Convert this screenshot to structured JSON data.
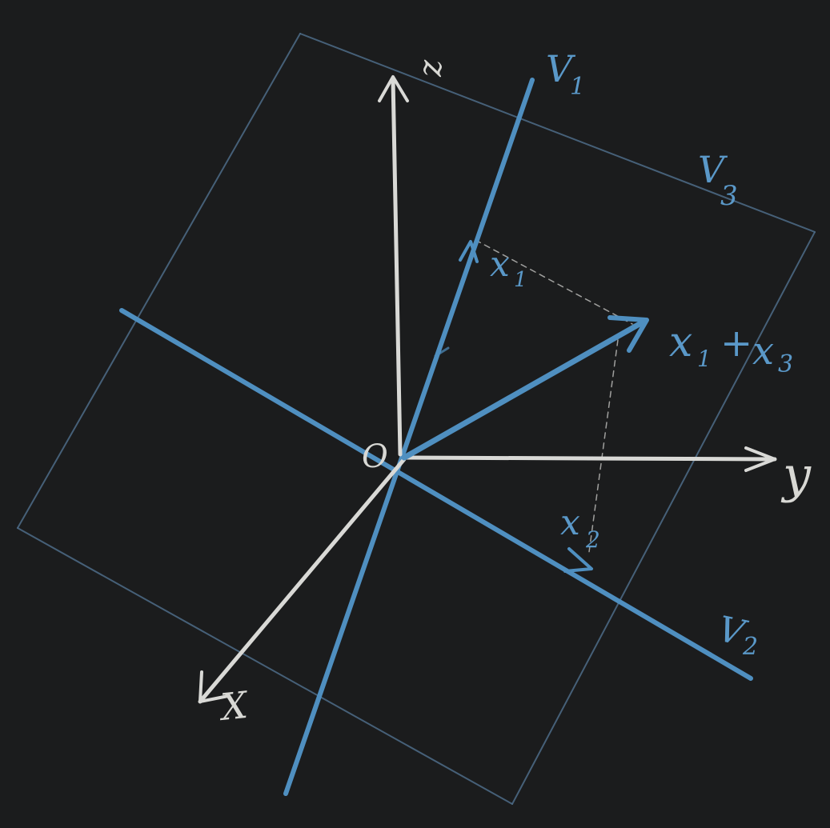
{
  "diagram": {
    "labels": {
      "origin": "O",
      "axis_x": "X",
      "axis_y": "y",
      "axis_z": "z",
      "v1": "V",
      "v1_sub": "1",
      "v2": "V",
      "v2_sub": "2",
      "v3": "V",
      "v3_sub": "3",
      "x1": "x",
      "x1_sub": "1",
      "x2": "x",
      "x2_sub": "2",
      "sum_a": "x",
      "sum_a_sub": "1",
      "sum_plus": "+",
      "sum_b": "x",
      "sum_b_sub": "3"
    },
    "colors": {
      "board": "#1b1c1d",
      "white_chalk": "#d9d9d6",
      "blue_chalk": "#4f8fc0",
      "faint_blue_chalk": "#4d6c88"
    }
  }
}
